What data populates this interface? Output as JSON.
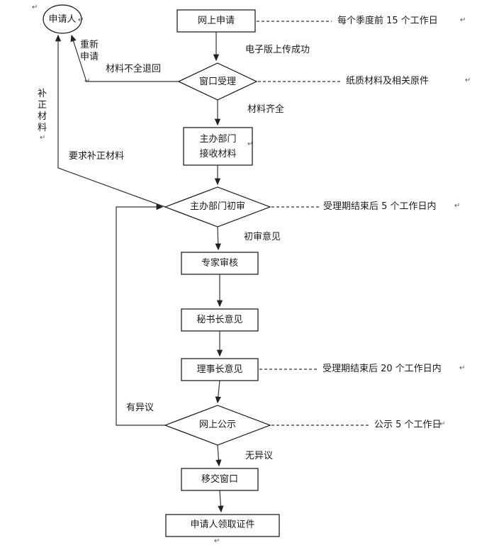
{
  "diagram": {
    "nodes": {
      "applicant": "申请人",
      "online_apply": "网上申请",
      "window_accept": "窗口受理",
      "dept_receive_line1": "主办部门",
      "dept_receive_line2": "接收材料",
      "dept_review": "主办部门初审",
      "expert_review": "专家审核",
      "secretary_opinion": "秘书长意见",
      "chairman_opinion": "理事长意见",
      "public_notice": "网上公示",
      "transfer_window": "移交窗口",
      "collect_certificate": "申请人领取证件"
    },
    "edge_labels": {
      "upload_success": "电子版上传成功",
      "materials_complete": "材料齐全",
      "materials_incomplete": "材料不全退回",
      "reapply": "重新申请",
      "supplement": "补正材料",
      "request_supplement": "要求补正材料",
      "review_opinion": "初审意见",
      "objection": "有异议",
      "no_objection": "无异议"
    },
    "annotations": {
      "apply_deadline": "每个季度前 15 个工作日",
      "paper_materials": "纸质材料及相关原件",
      "review_deadline": "受理期结束后 5 个工作日内",
      "chairman_deadline": "受理期结束后 20 个工作日内",
      "notice_duration": "公示 5 个工作日"
    }
  },
  "icons": {
    "return_mark": "↵"
  },
  "colors": {
    "line": "#333333",
    "text": "#1a1a1a",
    "background": "#ffffff"
  }
}
